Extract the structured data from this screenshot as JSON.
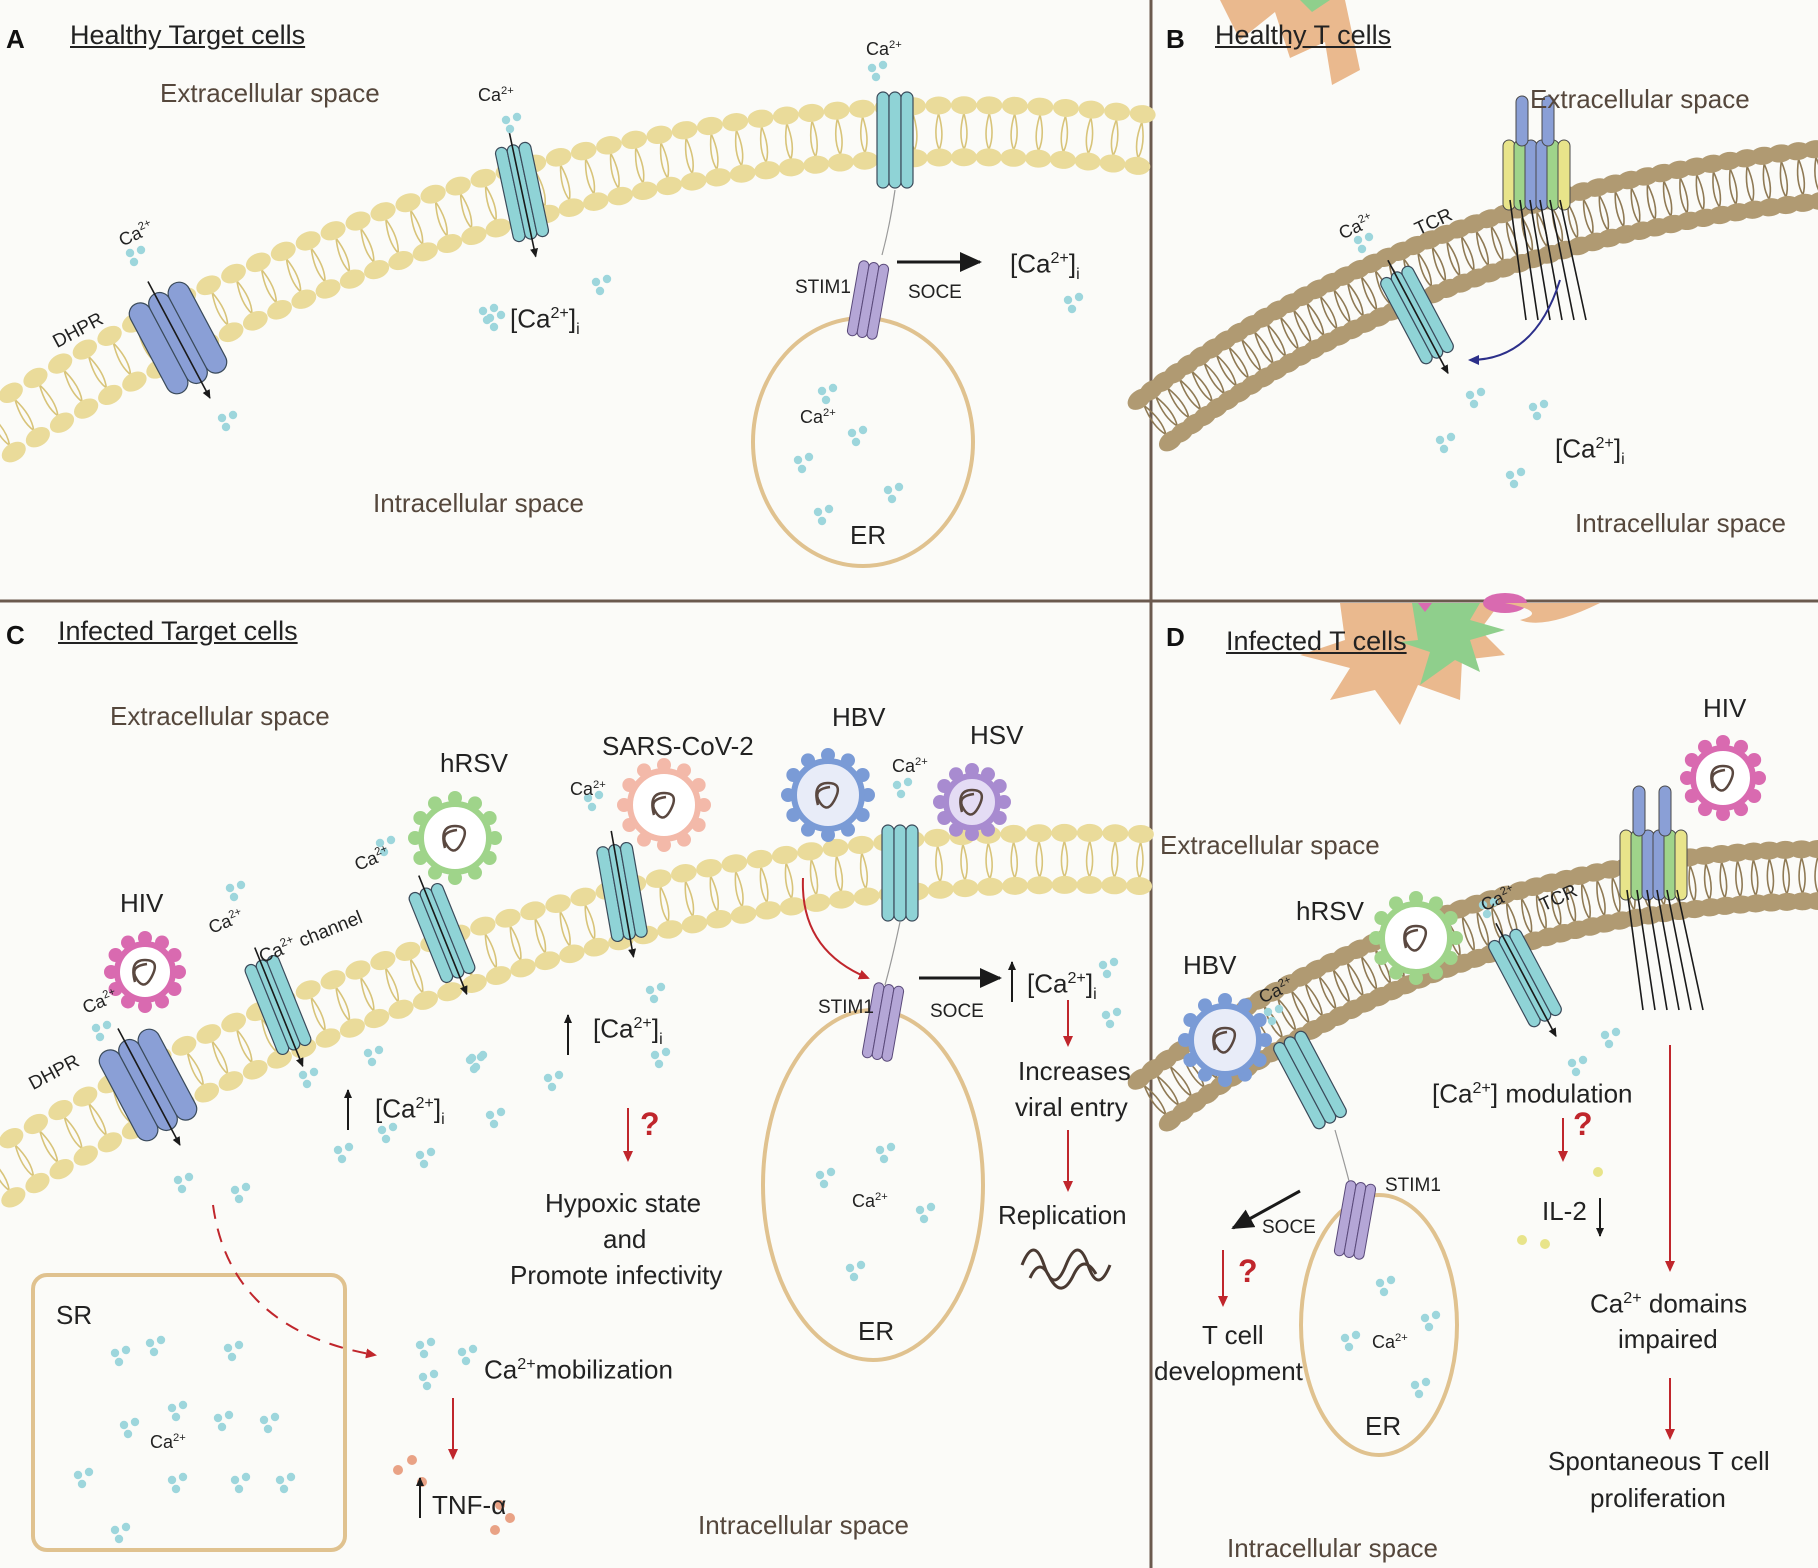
{
  "panels": {
    "A": {
      "letter": "A",
      "title": "Healthy Target cells",
      "extracellular": "Extracellular space",
      "intracellular": "Intracellular space"
    },
    "B": {
      "letter": "B",
      "title": "Healthy T cells",
      "extracellular": "Extracellular space",
      "intracellular": "Intracellular space"
    },
    "C": {
      "letter": "C",
      "title": "Infected Target cells",
      "extracellular": "Extracellular space",
      "intracellular": "Intracellular space"
    },
    "D": {
      "letter": "D",
      "title": "Infected T cells",
      "extracellular": "Extracellular space",
      "intracellular": "Intracellular space"
    }
  },
  "labels": {
    "ca": "Ca",
    "ca_sup": "2+",
    "cai_open": "[Ca",
    "cai_sup": "2+",
    "cai_close": "]",
    "cai_sub": "i",
    "dhpr": "DHPR",
    "stim1": "STIM1",
    "soce": "SOCE",
    "er": "ER",
    "sr": "SR",
    "tcr": "TCR",
    "ca_channel": "channel",
    "hiv": "HIV",
    "hrsv": "hRSV",
    "sars": "SARS-CoV-2",
    "hbv": "HBV",
    "hsv": "HSV",
    "hypoxic_1": "Hypoxic state",
    "hypoxic_2": "and",
    "hypoxic_3": "Promote infectivity",
    "viral_1": "Increases",
    "viral_2": "viral entry",
    "replication": "Replication",
    "mobilization": "mobilization",
    "tnf": "TNF-α",
    "modulation": "modulation",
    "il2": "IL-2",
    "tcell_1": "T cell",
    "tcell_2": "development",
    "domains_1": "domains",
    "domains_2": "impaired",
    "prolif_1": "Spontaneous T cell",
    "prolif_2": "proliferation",
    "question": "?",
    "up": "↑",
    "down": "↓"
  },
  "colors": {
    "membrane_yellow": "#eadb9a",
    "membrane_tan": "#b09a72",
    "channel_teal": "#8fd3d6",
    "dhpr_blue": "#8a9fd6",
    "stim_purple": "#b4a6d6",
    "ion_dot": "#9dd6dc",
    "red_arrow": "#c0262c",
    "dc_orange": "#eab98e",
    "dc_green": "#8fcf8c",
    "hiv_pink": "#d96ab0",
    "hrsv_green": "#9fd48a",
    "sars_peach": "#f3b9a9",
    "hbv_blue": "#7a9bd6",
    "hsv_purple": "#a88bd0"
  }
}
